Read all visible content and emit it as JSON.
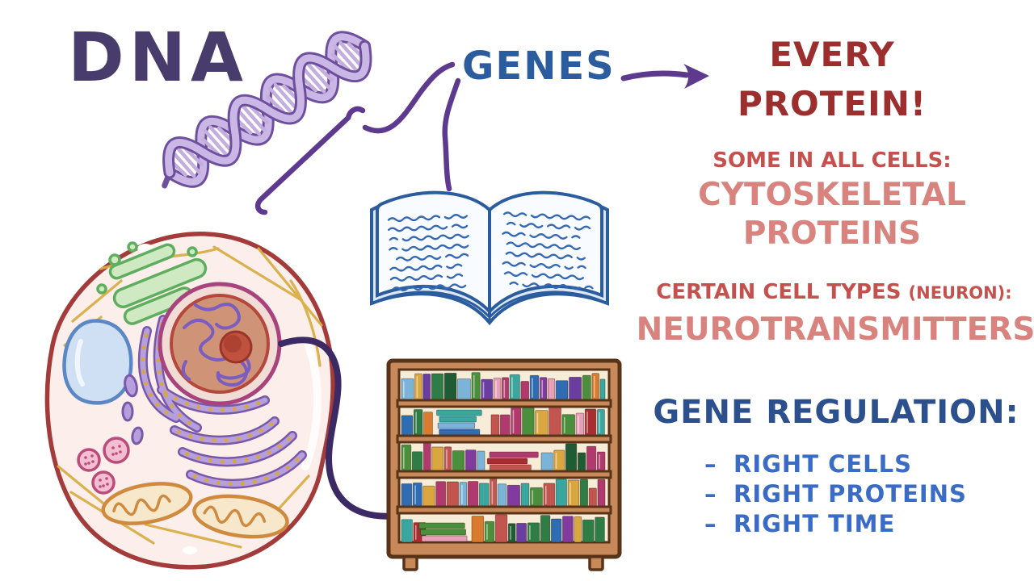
{
  "header": {
    "dna_label": "DNA",
    "genes_label": "GENES"
  },
  "protein_panel": {
    "title_line1": "EVERY",
    "title_line2": "PROTEIN!",
    "all_cells_heading": "SOME IN ALL CELLS:",
    "all_cells_item_line1": "CYTOSKELETAL",
    "all_cells_item_line2": "PROTEINS",
    "cell_types_heading": "CERTAIN CELL TYPES",
    "cell_types_qualifier": "(NEURON):",
    "cell_types_item": "NEUROTRANSMITTERS"
  },
  "regulation_panel": {
    "heading": "GENE REGULATION:",
    "bullets": [
      {
        "dash": "–",
        "label": "RIGHT CELLS"
      },
      {
        "dash": "–",
        "label": "RIGHT PROTEINS"
      },
      {
        "dash": "–",
        "label": "RIGHT TIME"
      }
    ]
  },
  "illustrations": {
    "dna_helix": "dna-helix-illustration",
    "gene_bracket": "gene-segment-bracket",
    "cell": "eukaryotic-cell-illustration",
    "open_book": "open-book-illustration",
    "bookshelf": "bookshelf-illustration",
    "arrow": "genes-to-protein-arrow"
  },
  "palette": {
    "dna_title": "#483c6c",
    "genes_label": "#2b5c9e",
    "protein_title": "#9c2e2e",
    "protein_subheading": "#c4514d",
    "protein_example": "#d8837e",
    "regulation_heading": "#2c4f8e",
    "regulation_bullets": "#3a6cc6",
    "connector_purple": "#5d3a8e",
    "cell_connector": "#3b2a63",
    "helix_light": "#c3aede",
    "helix_dark": "#6e4f9e",
    "book_outline": "#2b5c9e",
    "shelf_wood": "#c8895a",
    "books": [
      "#a82c32",
      "#2e7d46",
      "#2e6db4",
      "#3aa6a0",
      "#d97b2e",
      "#6a3da0",
      "#e8a0b8",
      "#d9a63f",
      "#1e5c35",
      "#7ab4d9",
      "#b03a6e",
      "#4a8f3c",
      "#813a9e",
      "#c2554f"
    ]
  }
}
